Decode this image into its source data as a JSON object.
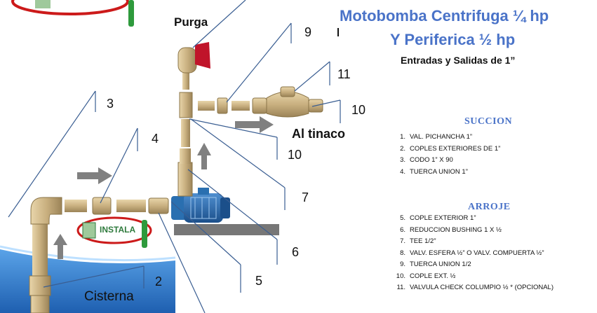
{
  "title": {
    "line1": "Motobomba Centrifuga ¼ hp",
    "line2": "Y  Periferica ½ hp"
  },
  "subtitle": "Entradas y Salidas de 1”",
  "labels": {
    "purga": "Purga",
    "al_tinaco": "Al tinaco",
    "cisterna": "Cisterna",
    "logo": "INSTALA"
  },
  "callouts": {
    "c9": "9",
    "c11": "11",
    "c10a": "10",
    "c10b": "10",
    "c3": "3",
    "c4": "4",
    "c7": "7",
    "c6": "6",
    "c5": "5",
    "c2": "2"
  },
  "succion": {
    "heading": "SUCCION",
    "items": [
      {
        "n": "1.",
        "text": "VAL. PICHANCHA 1”"
      },
      {
        "n": "2.",
        "text": "COPLES EXTERIORES DE 1”"
      },
      {
        "n": "3.",
        "text": "CODO 1” X 90"
      },
      {
        "n": "4.",
        "text": "TUERCA UNION 1”"
      }
    ]
  },
  "arroje": {
    "heading": "ARROJE",
    "items": [
      {
        "n": "5.",
        "text": "COPLE EXTERIOR 1”"
      },
      {
        "n": "6.",
        "text": "REDUCCION BUSHING  1 X ½"
      },
      {
        "n": "7.",
        "text": "TEE 1/2”"
      },
      {
        "n": "8.",
        "text": "VALV. ESFERA  ½” O VALV. COMPUERTA ½”"
      },
      {
        "n": "9.",
        "text": "TUERCA UNION 1/2"
      },
      {
        "n": "10.",
        "text": "COPLE EXT. ½"
      },
      {
        "n": "11.",
        "text": "VALVULA CHECK COLUMPIO ½  * (OPCIONAL)"
      }
    ]
  },
  "colors": {
    "title": "#4a73c8",
    "pipe": "#c9b080",
    "water": "#2f7fd4",
    "valve_handle": "#c0142a",
    "motor": "#2a6fb0",
    "arrow": "#808080"
  }
}
